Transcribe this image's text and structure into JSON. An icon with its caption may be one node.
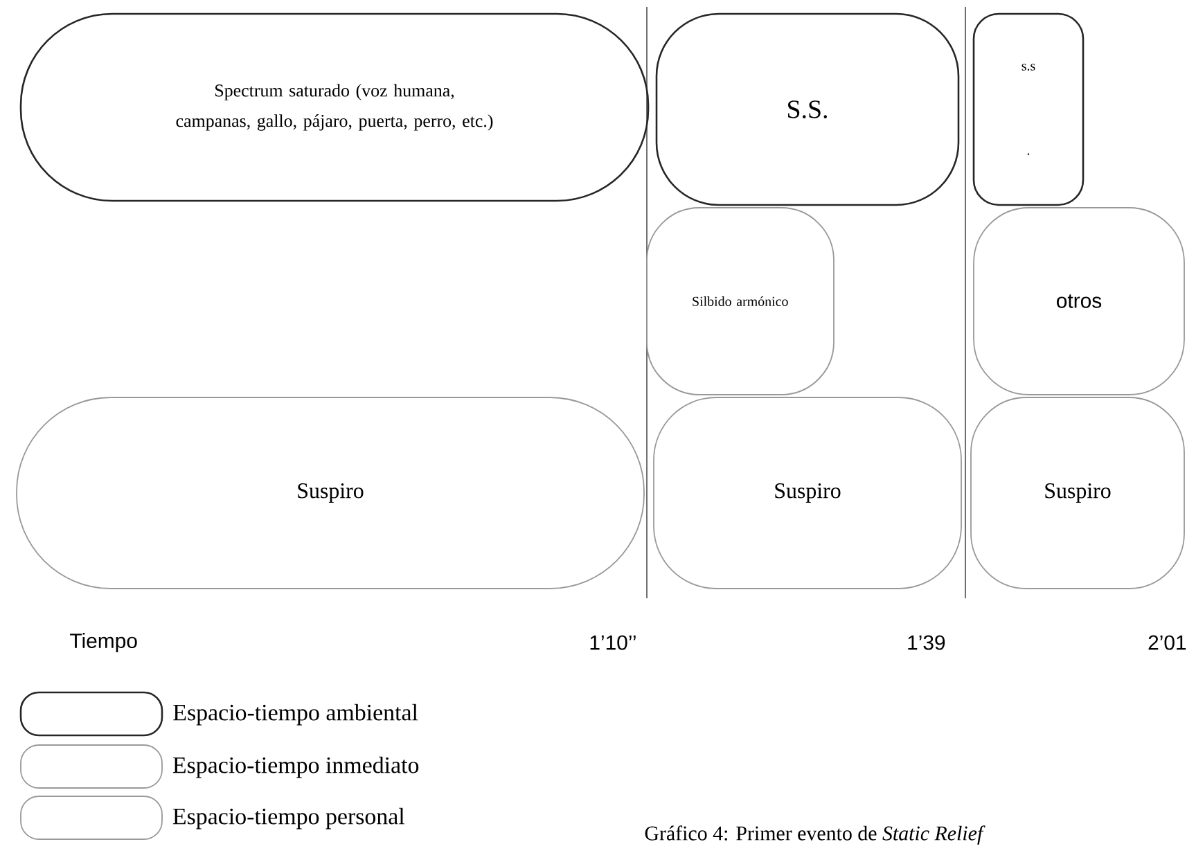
{
  "diagram": {
    "caption": "Gráfico 4: Primer evento de *Static Relief*",
    "nodes": [
      {
        "text": [
          "Spectrum saturado (voz humana, campanas, gallo, pájaro, puerta, perro, etc.)"
        ]
      },
      {
        "text": [
          "S.S."
        ]
      },
      {
        "text": [
          "s.s",
          "."
        ]
      },
      {
        "text": [
          "Silbido armónico"
        ]
      },
      {
        "text": [
          "otros"
        ]
      },
      {
        "text": [
          "Suspiro"
        ]
      },
      {
        "text": [
          "Suspiro"
        ]
      },
      {
        "text": [
          "Suspiro"
        ]
      }
    ],
    "labels": [
      "Tiempo",
      "1’10’’",
      "1’39",
      "2’01"
    ],
    "legend": [
      {
        "text": "Espacio-tiempo ambiental"
      },
      {
        "text": "Espacio-tiempo inmediato"
      },
      {
        "text": "Espacio-tiempo personal"
      }
    ]
  }
}
